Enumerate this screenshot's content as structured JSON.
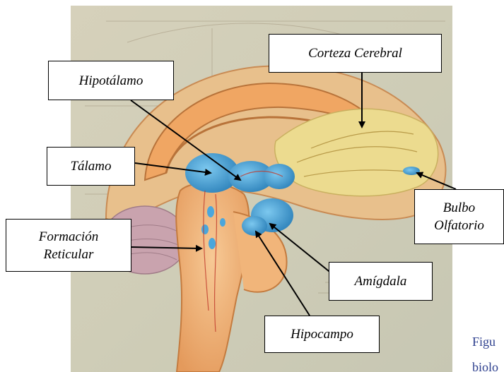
{
  "labels": {
    "corteza": "Corteza Cerebral",
    "hipotalamo": "Hipotálamo",
    "talamo": "Tálamo",
    "formacion_line1": "Formación",
    "formacion_line2": "Reticular",
    "bulbo_line1": "Bulbo",
    "bulbo_line2": "Olfatorio",
    "amigdala": "Amígdala",
    "hipocampo": "Hipocampo"
  },
  "caption": {
    "line1": "Figu",
    "line2": "biolo"
  },
  "colors": {
    "background_wash": "#d9d3bd",
    "brain_tissue": "#f2b777",
    "brain_tissue_dark": "#d98a4a",
    "limbic_blue": "#3f9fd6",
    "olfactory_yellow": "#ead98a",
    "cerebellum_pink": "#c9a3ae",
    "caption_text": "#2d3f8e"
  },
  "icons": {
    "arrow": "arrow-right-icon"
  }
}
